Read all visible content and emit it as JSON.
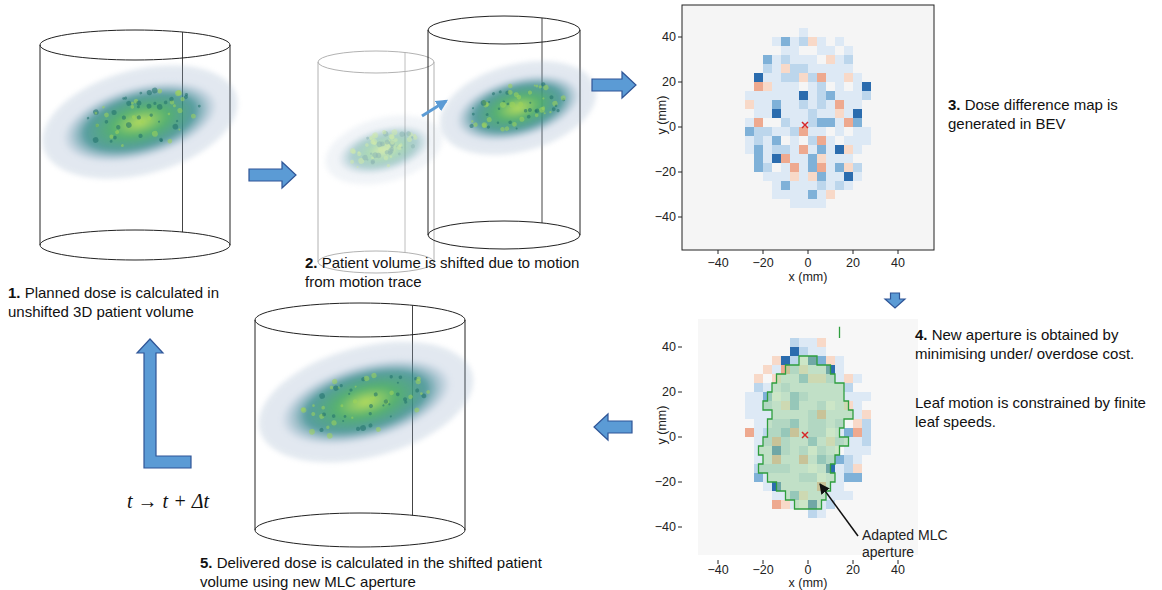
{
  "diagram": {
    "nodes": [
      {
        "text": [
          "1. Planned dose is calculated in unshifted 3D patient volume"
        ]
      },
      {
        "text": [
          "2. Patient volume is shifted due to motion from motion trace"
        ]
      },
      {
        "text": [
          "3. Dose difference map is generated in BEV"
        ]
      },
      {
        "text": [
          "4. New aperture is obtained by minimising under/ overdose cost.",
          "Leaf motion is constrained by finite leaf speeds."
        ]
      },
      {
        "text": [
          "5. Delivered dose is calculated in the shifted patient volume using new MLC aperture"
        ]
      }
    ],
    "edges": [
      {
        "from": 0,
        "to": 1,
        "arrow": "to"
      },
      {
        "from": 1,
        "to": 2,
        "arrow": "to"
      },
      {
        "from": 2,
        "to": 3,
        "arrow": "to"
      },
      {
        "from": 3,
        "to": 4,
        "arrow": "to"
      },
      {
        "from": 4,
        "to": 0,
        "arrow": "to",
        "label": "t → t + Δt"
      }
    ],
    "labels": [
      "40",
      "20",
      "0",
      "−20",
      "−40",
      "−40",
      "−20",
      "0",
      "20",
      "40",
      "x (mm)",
      "y (mm)",
      "40",
      "20",
      "0",
      "−20",
      "−40",
      "−40",
      "−20",
      "0",
      "20",
      "40",
      "x (mm)",
      "y (mm)",
      "Adapted MLC aperture"
    ]
  }
}
